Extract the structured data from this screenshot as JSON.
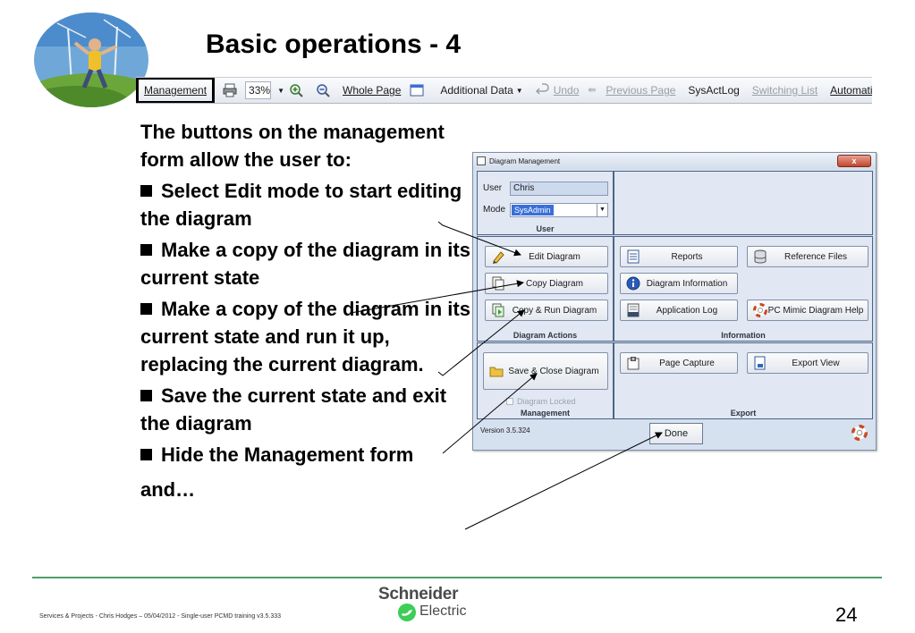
{
  "slide": {
    "title": "Basic operations - 4",
    "page_number": "24",
    "footer": "Services & Projects - Chris Hodges – 05/04/2012 - Single-user PCMD training v3.5.333"
  },
  "brand": {
    "name": "Schneider",
    "sub": "Electric"
  },
  "toolbar": {
    "management": "Management",
    "zoom": "33%",
    "whole_page": "Whole Page",
    "additional_data": "Additional Data",
    "undo": "Undo",
    "previous_page": "Previous Page",
    "sysactlog": "SysActLog",
    "switching_list": "Switching List",
    "automation": "Automation"
  },
  "bullets": {
    "intro": "The buttons on the management form allow the user to:",
    "items": [
      "Select Edit mode to start editing the diagram",
      "Make a copy of the diagram in its current state",
      "Make a copy of the diagram in its current state and run it up, replacing the current diagram.",
      "Save the current state and exit the diagram",
      "Hide the Management form"
    ],
    "trailer": "and…"
  },
  "dialog": {
    "title": "Diagram Management",
    "close": "x",
    "user_label": "User",
    "user_value": "Chris",
    "mode_label": "Mode",
    "mode_value": "SysAdmin",
    "user_panel": "User",
    "actions_panel": "Diagram Actions",
    "information_panel": "Information",
    "management_panel": "Management",
    "export_panel": "Export",
    "buttons": {
      "edit_diagram": "Edit Diagram",
      "copy_diagram": "Copy Diagram",
      "copy_run_diagram": "Copy & Run Diagram",
      "reports": "Reports",
      "reference_files": "Reference Files",
      "diagram_information": "Diagram Information",
      "application_log": "Application Log",
      "help": "PC Mimic Diagram Help",
      "save_close": "Save & Close Diagram",
      "page_capture": "Page Capture",
      "export_view": "Export View",
      "done": "Done"
    },
    "diagram_locked": "Diagram Locked",
    "version": "Version 3.5.324"
  },
  "colors": {
    "accent_green": "#4f9e6a",
    "dialog_bg": "#d6e1f0",
    "panel_bg": "#e1e8f4",
    "panel_border": "#4f6384"
  }
}
